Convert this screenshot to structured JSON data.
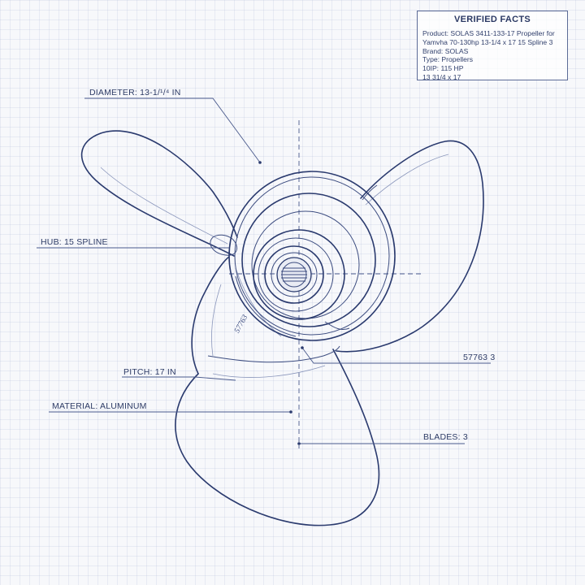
{
  "facts": {
    "title": "VERIFIED FACTS",
    "lines": [
      "Product: SOLAS 3411-133-17 Propeller for",
      "Yamvha 70-130hp 13-1/4 x 17 15 Spline 3",
      "Brand: SOLAS",
      "Type: Propellers",
      "10IP: 115 HP",
      "13 31/4 x 17"
    ]
  },
  "callouts": {
    "diameter": "DIAMETER: 13-1/¹/⁴ IN",
    "hub": "HUB: 15 SPLINE",
    "pitch": "PITCH: 17 IN",
    "material": "MATERIAL: ALUMINUM",
    "part_number": "57763 3",
    "blades": "BLADES: 3"
  },
  "hub_stamp": "57763"
}
